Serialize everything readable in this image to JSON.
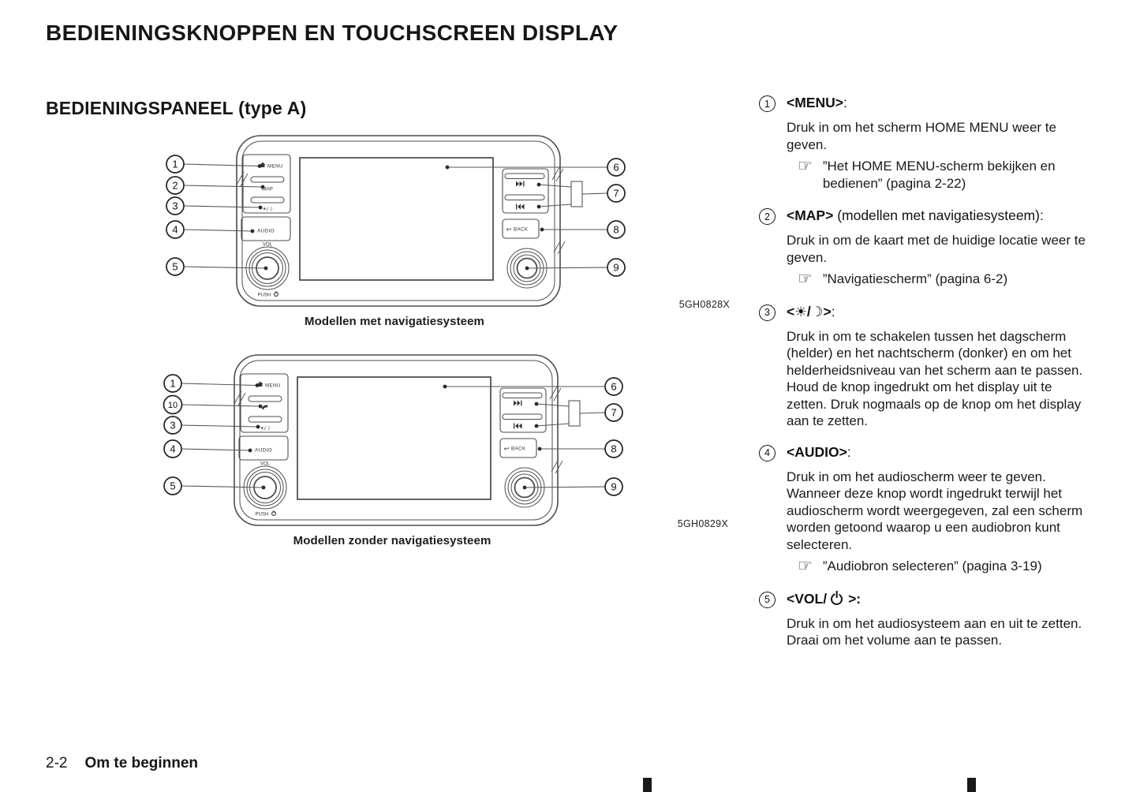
{
  "page": {
    "title": "BEDIENINGSKNOPPEN EN TOUCHSCREEN DISPLAY",
    "section_title": "BEDIENINGSPANEEL (type A)",
    "footer_page": "2-2",
    "footer_section": "Om te beginnen"
  },
  "diagrams": {
    "with_nav": {
      "caption": "Modellen met navigatiesysteem",
      "figure_code": "5GH0828X",
      "buttons": {
        "menu": "MENU",
        "map": "MAP",
        "day_night": "☀/☽",
        "audio": "AUDIO",
        "vol": "VOL",
        "push": "PUSH",
        "back": "BACK"
      },
      "callouts_left": [
        "1",
        "2",
        "3",
        "4",
        "5"
      ],
      "callouts_right": [
        "6",
        "7",
        "8",
        "9"
      ]
    },
    "without_nav": {
      "caption": "Modellen zonder navigatiesysteem",
      "figure_code": "5GH0829X",
      "buttons": {
        "menu": "MENU",
        "day_night": "☀/☽",
        "audio": "AUDIO",
        "vol": "VOL",
        "push": "PUSH",
        "back": "BACK"
      },
      "callouts_left": [
        "1",
        "10",
        "3",
        "4",
        "5"
      ],
      "callouts_right": [
        "6",
        "7",
        "8",
        "9"
      ]
    }
  },
  "legend": {
    "items": [
      {
        "num": "1",
        "title_bold": "<MENU>",
        "title_rest": ":",
        "body": "Druk in om het scherm HOME MENU weer te geven.",
        "ref": "”Het HOME MENU-scherm bekijken en bedienen” (pagina 2-22)"
      },
      {
        "num": "2",
        "title_bold": "<MAP>",
        "title_rest": " (modellen met navigatiesysteem):",
        "body": "Druk in om de kaart met de huidige locatie weer te geven.",
        "ref": "”Navigatiescherm” (pagina 6-2)"
      },
      {
        "num": "3",
        "title_bold": "<☀/☽>",
        "title_rest": ":",
        "body": "Druk in om te schakelen tussen het dagscherm (helder) en het nachtscherm (donker) en om het helderheidsniveau van het scherm aan te passen. Houd de knop ingedrukt om het display uit te zetten. Druk nogmaals op de knop om het display aan te zetten."
      },
      {
        "num": "4",
        "title_bold": "<AUDIO>",
        "title_rest": ":",
        "body": "Druk in om het audioscherm weer te geven. Wanneer deze knop wordt ingedrukt terwijl het audioscherm wordt weergegeven, zal een scherm worden getoond waarop u een audiobron kunt selecteren.",
        "ref": "”Audiobron selecteren” (pagina 3-19)"
      },
      {
        "num": "5",
        "title_pre": "<VOL/",
        "title_post": ">:",
        "body": "Druk in om het audiosysteem aan en uit te zetten. Draai om het volume aan te passen."
      }
    ]
  }
}
